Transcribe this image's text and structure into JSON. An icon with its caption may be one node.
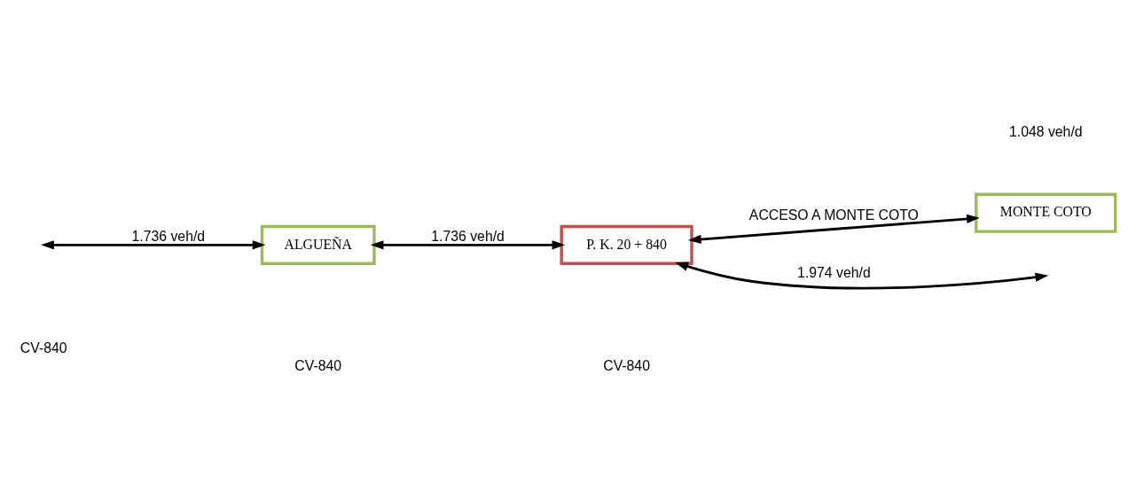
{
  "diagram": {
    "nodes": [
      {
        "text": [
          "MONTE COTO"
        ]
      },
      {
        "text": [
          "ALGUEÑA"
        ]
      },
      {
        "text": [
          "P. K. 20 + 840"
        ]
      }
    ],
    "edges": [
      {
        "from": 2,
        "to": 0,
        "arrow": "both",
        "label": "ACCESO A MONTE COTO"
      },
      {
        "from": null,
        "to": 1,
        "arrow": "both",
        "label": "1.736 veh/d"
      },
      {
        "from": 1,
        "to": 2,
        "arrow": "both",
        "label": "1.736 veh/d"
      },
      {
        "from": 2,
        "to": null,
        "arrow": "both",
        "label": "1.974 veh/d"
      }
    ],
    "labels": [
      "1.048 veh/d",
      "CV-840",
      "CV-840",
      "CV-840"
    ]
  }
}
